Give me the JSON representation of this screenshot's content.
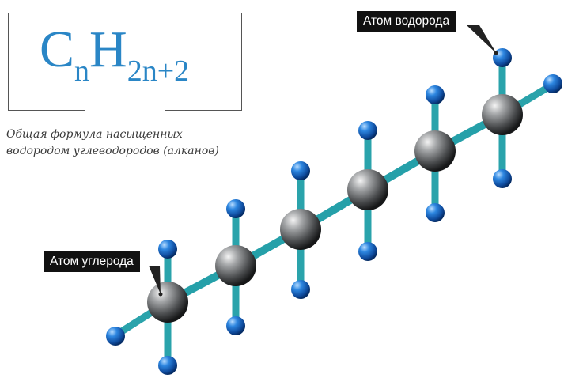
{
  "formula": {
    "c": "C",
    "n": "n",
    "h": "H",
    "index": "2n+2"
  },
  "caption": {
    "line1": "Общая формула насыщенных",
    "line2": "водородом углеводородов (алканов)"
  },
  "labels": {
    "hydrogen": "Атом водорода",
    "carbon": "Атом углерода"
  },
  "colors": {
    "formula": "#2a86c6",
    "bond": "#1f9ea7",
    "hydrogen": "#1e6bc8",
    "carbon": "#6f7173",
    "label_bg": "#111111"
  }
}
